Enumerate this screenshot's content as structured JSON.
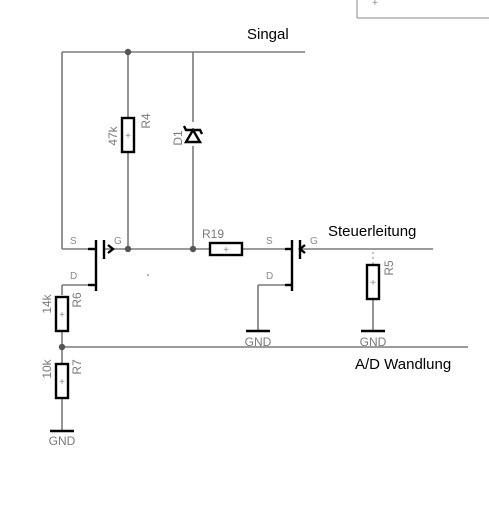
{
  "nets": {
    "signal": "Singal",
    "control": "Steuerleitung",
    "adc": "A/D Wandlung"
  },
  "components": {
    "r4": {
      "name": "R4",
      "value": "47k"
    },
    "d1": {
      "name": "D1"
    },
    "r19": {
      "name": "R19"
    },
    "r5": {
      "name": "R5"
    },
    "r6": {
      "name": "R6",
      "value": "14k"
    },
    "r7": {
      "name": "R7",
      "value": "10k"
    }
  },
  "pins": {
    "source": "S",
    "gate": "G",
    "drain": "D"
  },
  "ground": "GND",
  "plus": "+"
}
